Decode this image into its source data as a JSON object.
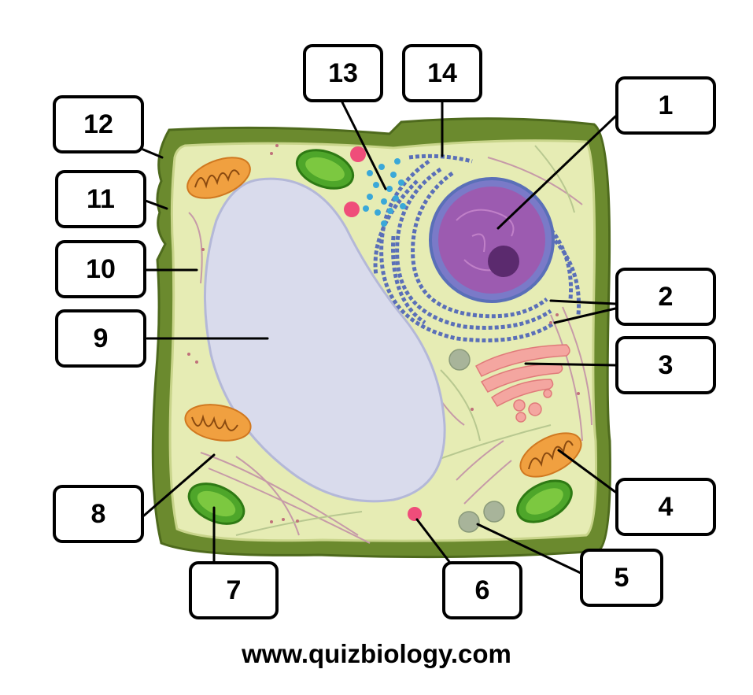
{
  "labels": {
    "n1": "1",
    "n2": "2",
    "n3": "3",
    "n4": "4",
    "n5": "5",
    "n6": "6",
    "n7": "7",
    "n8": "8",
    "n9": "9",
    "n10": "10",
    "n11": "11",
    "n12": "12",
    "n13": "13",
    "n14": "14"
  },
  "website": "www.quizbiology.com",
  "colors": {
    "cell_wall": "#6b8a2e",
    "cytoplasm": "#e6ecb4",
    "vacuole": "#d9dbec",
    "nucleus": "#9c5bb0",
    "nucleolus": "#5b2a6e",
    "er": "#5a6fb8",
    "golgi": "#f4a6a0",
    "mitochondria": "#f0a040",
    "chloroplast": "#4ea62a",
    "ribosome": "#3aa8d8",
    "lysosome": "#ef4d7a",
    "peroxisome": "#a8b49a"
  }
}
